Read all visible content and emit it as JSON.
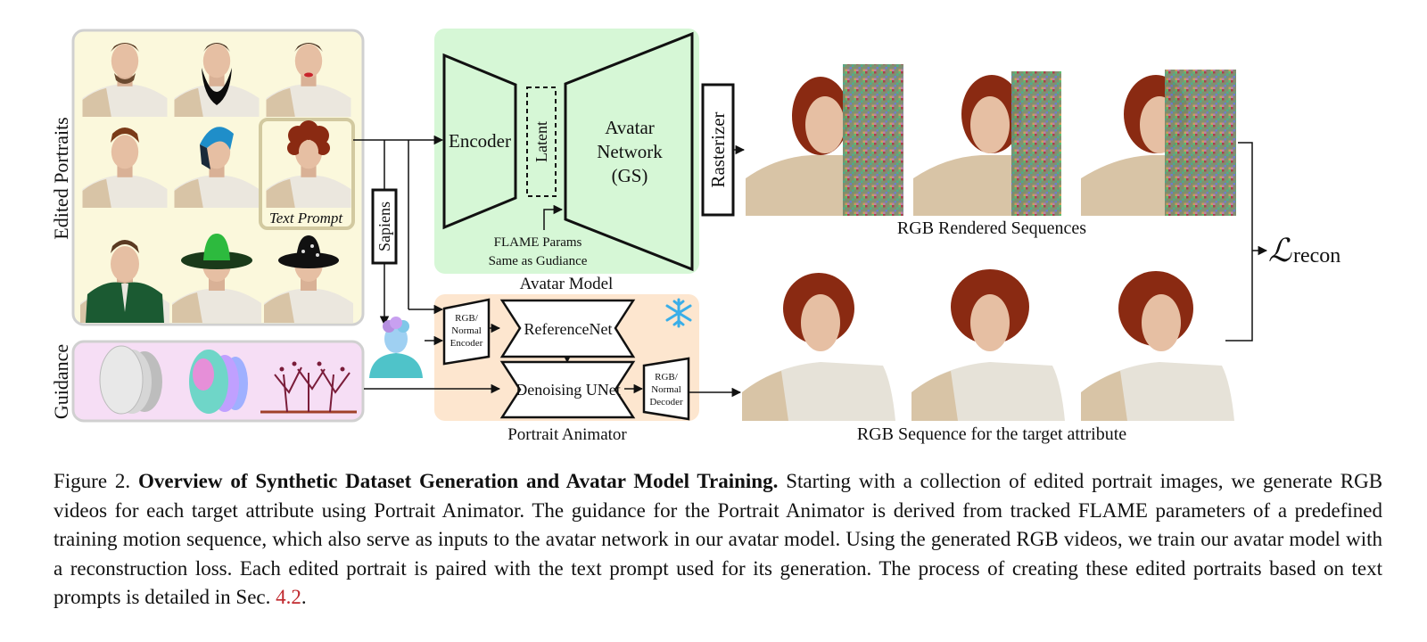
{
  "figure": {
    "labels": {
      "edited_portraits": "Edited Portraits",
      "guidance": "Guidance",
      "text_prompt": "Text Prompt",
      "sapiens": "Sapiens",
      "encoder": "Encoder",
      "latent": "Latent",
      "avatar_network_line1": "Avatar",
      "avatar_network_line2": "Network",
      "avatar_network_line3": "(GS)",
      "rasterizer": "Rasterizer",
      "flame_line1": "FLAME Params",
      "flame_line2": "Same as Gudiance",
      "avatar_model": "Avatar Model",
      "rgb_normal_encoder_1": "RGB/",
      "rgb_normal_encoder_2": "Normal",
      "rgb_normal_encoder_3": "Encoder",
      "referencenet": "ReferenceNet",
      "denoising_unet": "Denoising UNet",
      "rgb_normal_decoder_1": "RGB/",
      "rgb_normal_decoder_2": "Normal",
      "rgb_normal_decoder_3": "Decoder",
      "portrait_animator": "Portrait Animator",
      "rgb_rendered": "RGB Rendered Sequences",
      "rgb_target": "RGB Sequence for the target attribute",
      "loss_symbol": "ℒ",
      "loss_subscript": "recon"
    },
    "colors": {
      "avatar_model_bg": "#d6f7d6",
      "animator_bg": "#fde6cf",
      "portraits_bg": "#fbf8dc",
      "guidance_bg": "#f6def5",
      "snowflake": "#3aaee8",
      "hair_red": "#8a2a12",
      "skin": "#e6bfa3",
      "sweater": "#ece8df"
    }
  },
  "caption": {
    "label": "Figure 2.",
    "title": "Overview of Synthetic Dataset Generation and Avatar Model Training.",
    "body": "Starting with a collection of edited portrait images, we generate RGB videos for each target attribute using Portrait Animator. The guidance for the Portrait Animator is derived from tracked FLAME parameters of a predefined training motion sequence, which also serve as inputs to the avatar network in our avatar model. Using the generated RGB videos, we train our avatar model with a reconstruction loss. Each edited portrait is paired with the text prompt used for its generation. The process of creating these edited portraits based on text prompts is detailed in Sec.",
    "ref": "4.2",
    "end": "."
  }
}
